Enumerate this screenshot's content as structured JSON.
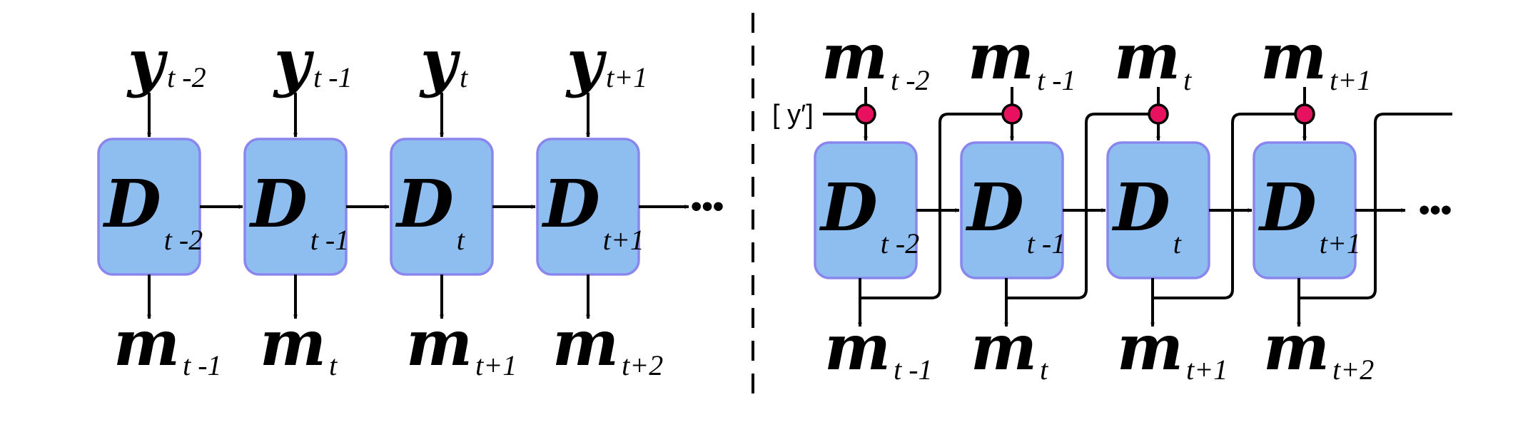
{
  "left_panel": {
    "inputs": [
      {
        "sym": "y",
        "sub": "t -2"
      },
      {
        "sym": "y",
        "sub": "t -1"
      },
      {
        "sym": "y",
        "sub": "t"
      },
      {
        "sym": "y",
        "sub": "t+1"
      }
    ],
    "blocks": [
      {
        "sym": "D",
        "sub": "t -2"
      },
      {
        "sym": "D",
        "sub": "t -1"
      },
      {
        "sym": "D",
        "sub": "t"
      },
      {
        "sym": "D",
        "sub": "t+1"
      }
    ],
    "outputs": [
      {
        "sym": "m",
        "sub": "t -1"
      },
      {
        "sym": "m",
        "sub": "t"
      },
      {
        "sym": "m",
        "sub": "t+1"
      },
      {
        "sym": "m",
        "sub": "t+2"
      }
    ],
    "ellipsis": "•••"
  },
  "right_panel": {
    "initial_input": "[ y′]",
    "inputs": [
      {
        "sym": "m",
        "sub": "t -2"
      },
      {
        "sym": "m",
        "sub": "t -1"
      },
      {
        "sym": "m",
        "sub": "t"
      },
      {
        "sym": "m",
        "sub": "t+1"
      }
    ],
    "blocks": [
      {
        "sym": "D",
        "sub": "t -2"
      },
      {
        "sym": "D",
        "sub": "t -1"
      },
      {
        "sym": "D",
        "sub": "t"
      },
      {
        "sym": "D",
        "sub": "t+1"
      }
    ],
    "outputs": [
      {
        "sym": "m",
        "sub": "t -1"
      },
      {
        "sym": "m",
        "sub": "t"
      },
      {
        "sym": "m",
        "sub": "t+1"
      },
      {
        "sym": "m",
        "sub": "t+2"
      }
    ],
    "ellipsis": "•••"
  },
  "colors": {
    "block_fill": "#8ebef0",
    "block_stroke": "#8a86ee",
    "gate_fill": "#e8115f"
  }
}
